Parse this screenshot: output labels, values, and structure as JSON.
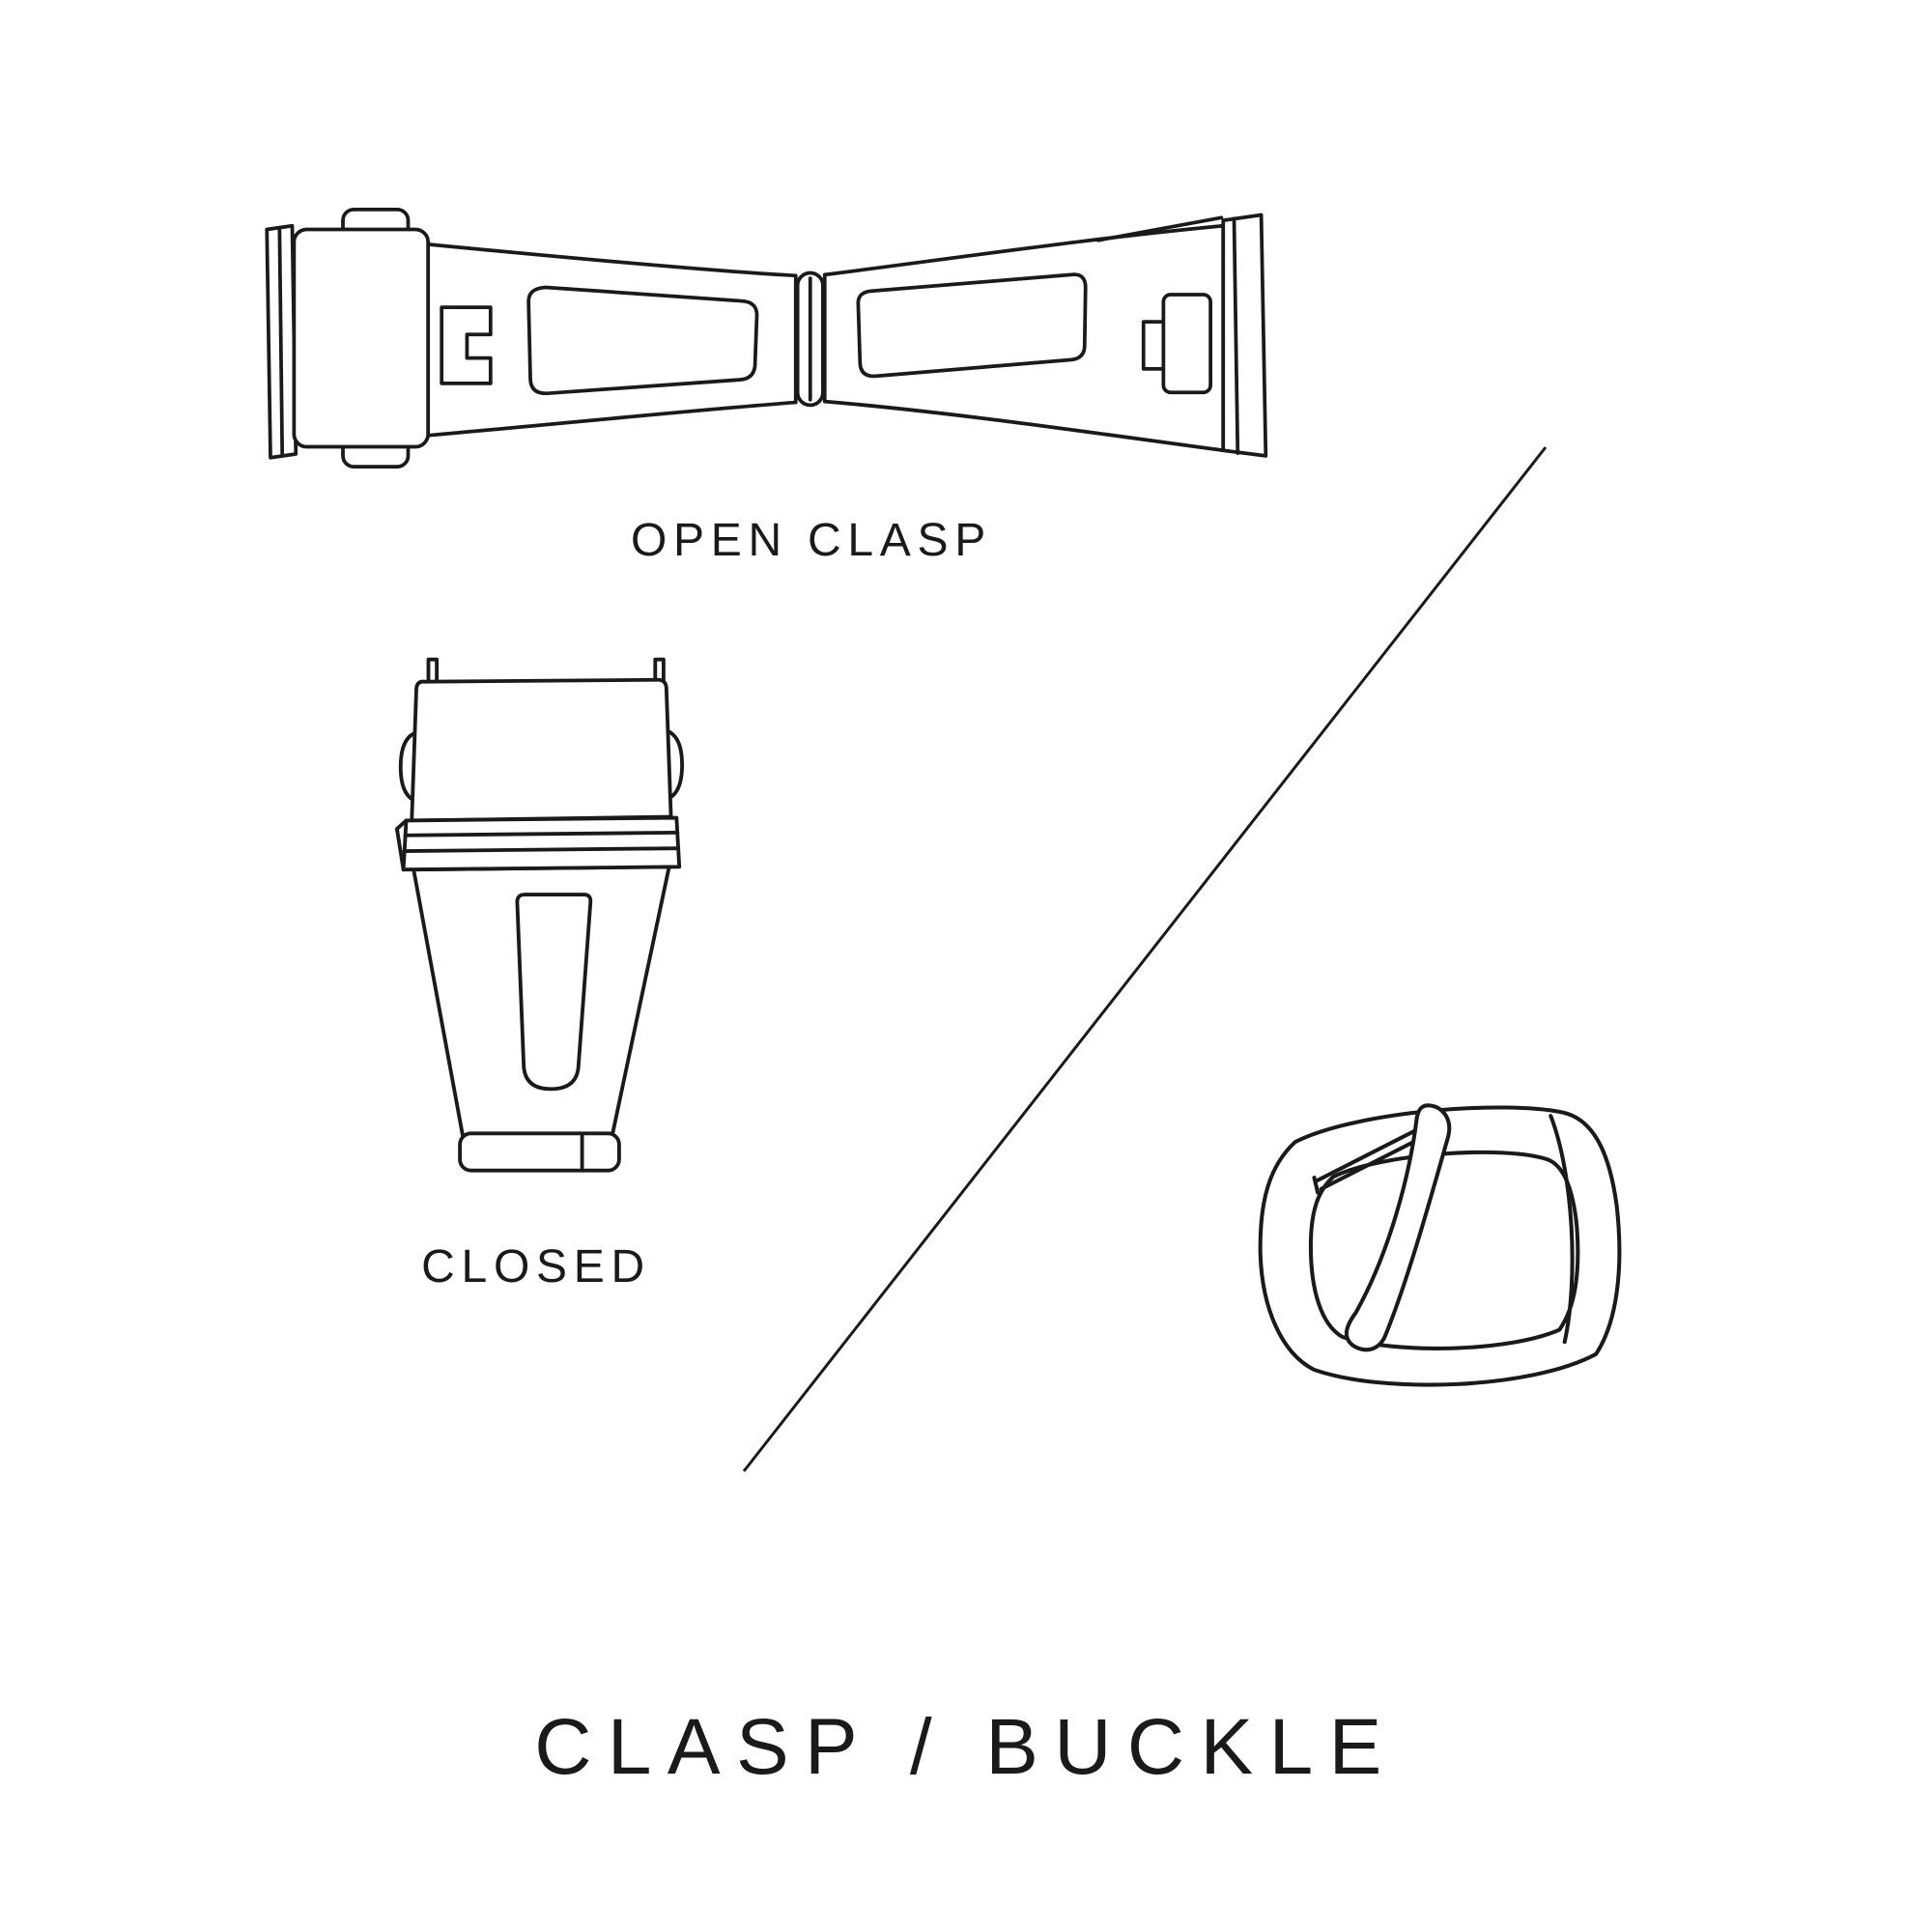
{
  "page": {
    "title": "CLASP / BUCKLE",
    "background": "#ffffff",
    "ink_color": "#1a1a1a"
  },
  "figures": {
    "open_clasp": {
      "label": "OPEN CLASP"
    },
    "closed_clasp": {
      "label": "CLOSED"
    },
    "buckle": {
      "label": ""
    }
  }
}
